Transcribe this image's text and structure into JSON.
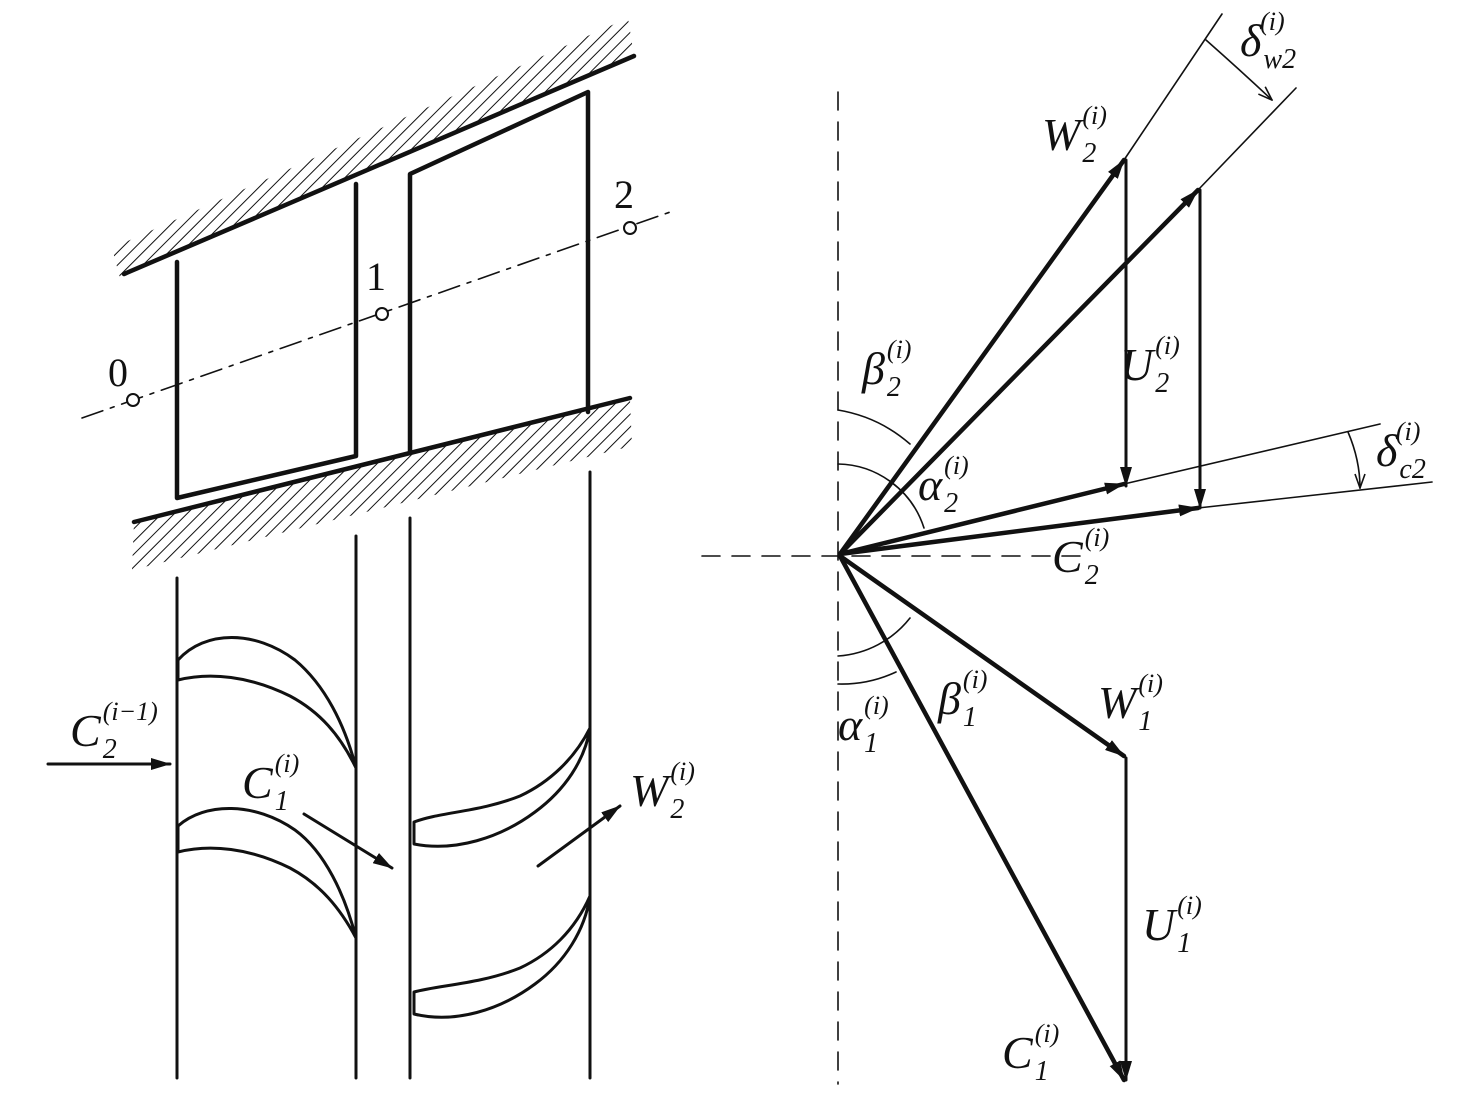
{
  "stations": [
    "0",
    "1",
    "2"
  ],
  "labels": {
    "inflow": {
      "base": "C",
      "sub": "2",
      "sup": "(i−1)"
    },
    "c1_left": {
      "base": "C",
      "sub": "1",
      "sup": "(i)"
    },
    "w2_left": {
      "base": "W",
      "sub": "2",
      "sup": "(i)"
    },
    "w2_right": {
      "base": "W",
      "sub": "2",
      "sup": "(i)"
    },
    "delta_w2": {
      "base": "δ",
      "sub": "w2",
      "sup": "(i)"
    },
    "beta2": {
      "base": "β",
      "sub": "2",
      "sup": "(i)"
    },
    "u2": {
      "base": "U",
      "sub": "2",
      "sup": "(i)"
    },
    "delta_c2": {
      "base": "δ",
      "sub": "c2",
      "sup": "(i)"
    },
    "alpha2": {
      "base": "α",
      "sub": "2",
      "sup": "(i)"
    },
    "c2": {
      "base": "C",
      "sub": "2",
      "sup": "(i)"
    },
    "w1": {
      "base": "W",
      "sub": "1",
      "sup": "(i)"
    },
    "alpha1": {
      "base": "α",
      "sub": "1",
      "sup": "(i)"
    },
    "beta1": {
      "base": "β",
      "sub": "1",
      "sup": "(i)"
    },
    "u1": {
      "base": "U",
      "sub": "1",
      "sup": "(i)"
    },
    "c1_right": {
      "base": "C",
      "sub": "1",
      "sup": "(i)"
    }
  }
}
